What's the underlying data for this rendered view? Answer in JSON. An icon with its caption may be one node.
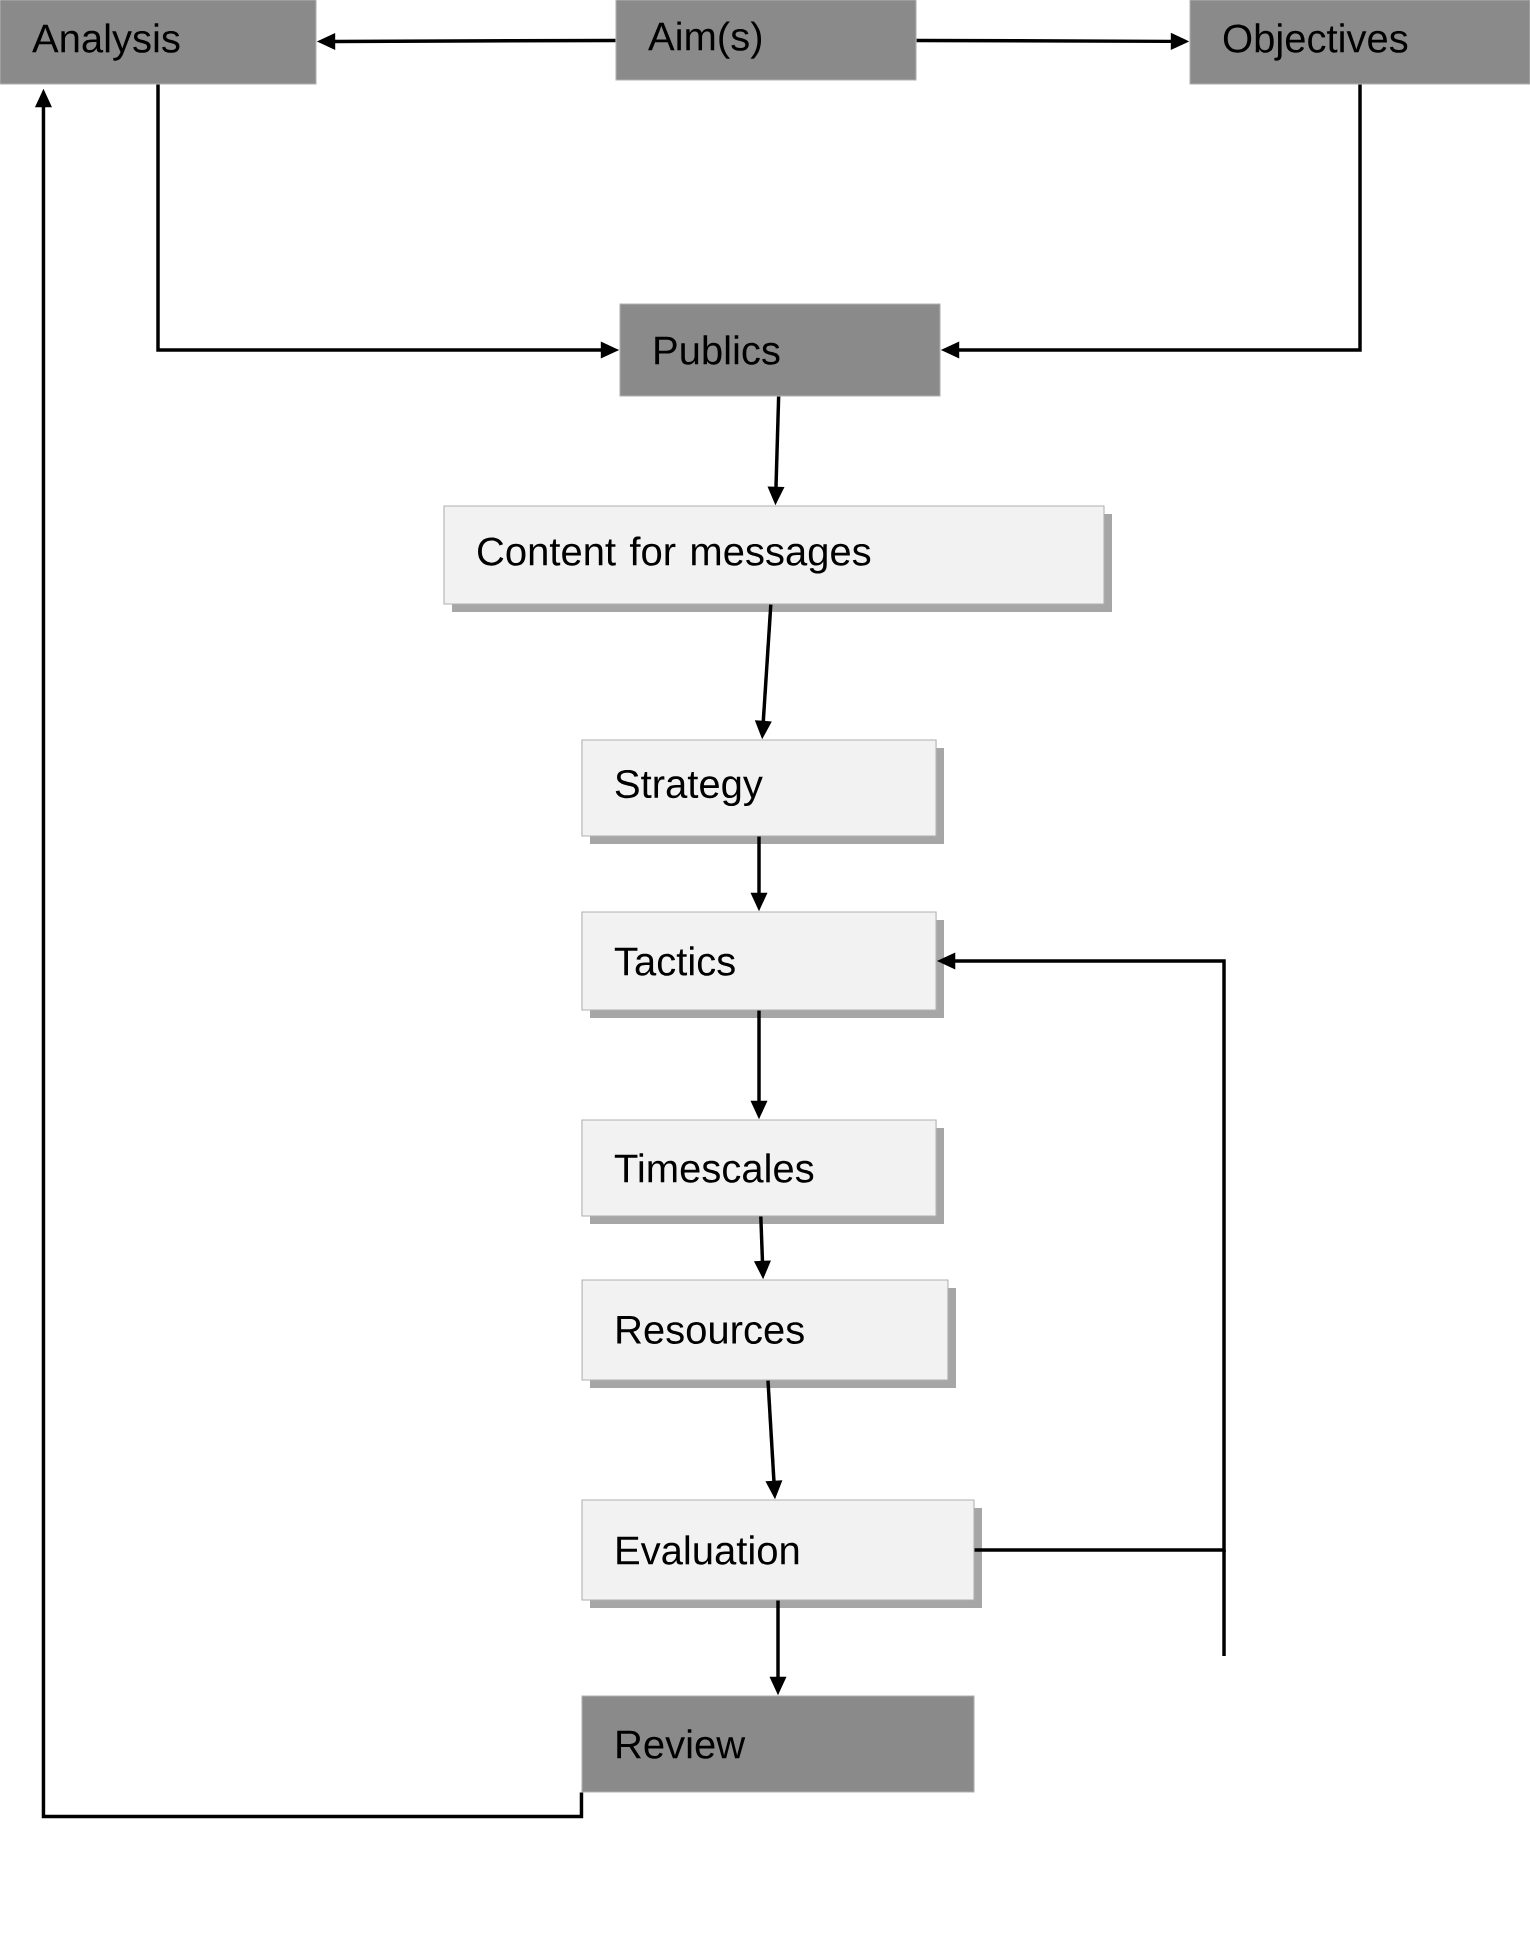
{
  "diagram": {
    "nodes": [
      {
        "text": [
          "Analysis"
        ]
      },
      {
        "text": [
          "Aim(s)"
        ]
      },
      {
        "text": [
          "Objectives"
        ]
      },
      {
        "text": [
          "Publics"
        ]
      },
      {
        "text": [
          "Content for messages"
        ]
      },
      {
        "text": [
          "Strategy"
        ]
      },
      {
        "text": [
          "Tactics"
        ]
      },
      {
        "text": [
          "Timescales"
        ]
      },
      {
        "text": [
          "Resources"
        ]
      },
      {
        "text": [
          "Evaluation"
        ]
      },
      {
        "text": [
          "Review"
        ]
      }
    ],
    "edges": [
      {
        "from": 1,
        "to": 0,
        "arrow": "to"
      },
      {
        "from": 1,
        "to": 2,
        "arrow": "to"
      },
      {
        "from": 0,
        "to": 3,
        "arrow": "to"
      },
      {
        "from": 2,
        "to": 3,
        "arrow": "to"
      },
      {
        "from": 3,
        "to": 4,
        "arrow": "to"
      },
      {
        "from": 4,
        "to": 5,
        "arrow": "to"
      },
      {
        "from": 5,
        "to": 6,
        "arrow": "to"
      },
      {
        "from": 6,
        "to": 7,
        "arrow": "to"
      },
      {
        "from": 7,
        "to": 8,
        "arrow": "to"
      },
      {
        "from": 8,
        "to": 9,
        "arrow": "to"
      },
      {
        "from": 9,
        "to": 10,
        "arrow": "to"
      },
      {
        "from": 9,
        "to": 6,
        "arrow": "to"
      },
      {
        "from": 10,
        "to": 0,
        "arrow": "to"
      }
    ]
  }
}
